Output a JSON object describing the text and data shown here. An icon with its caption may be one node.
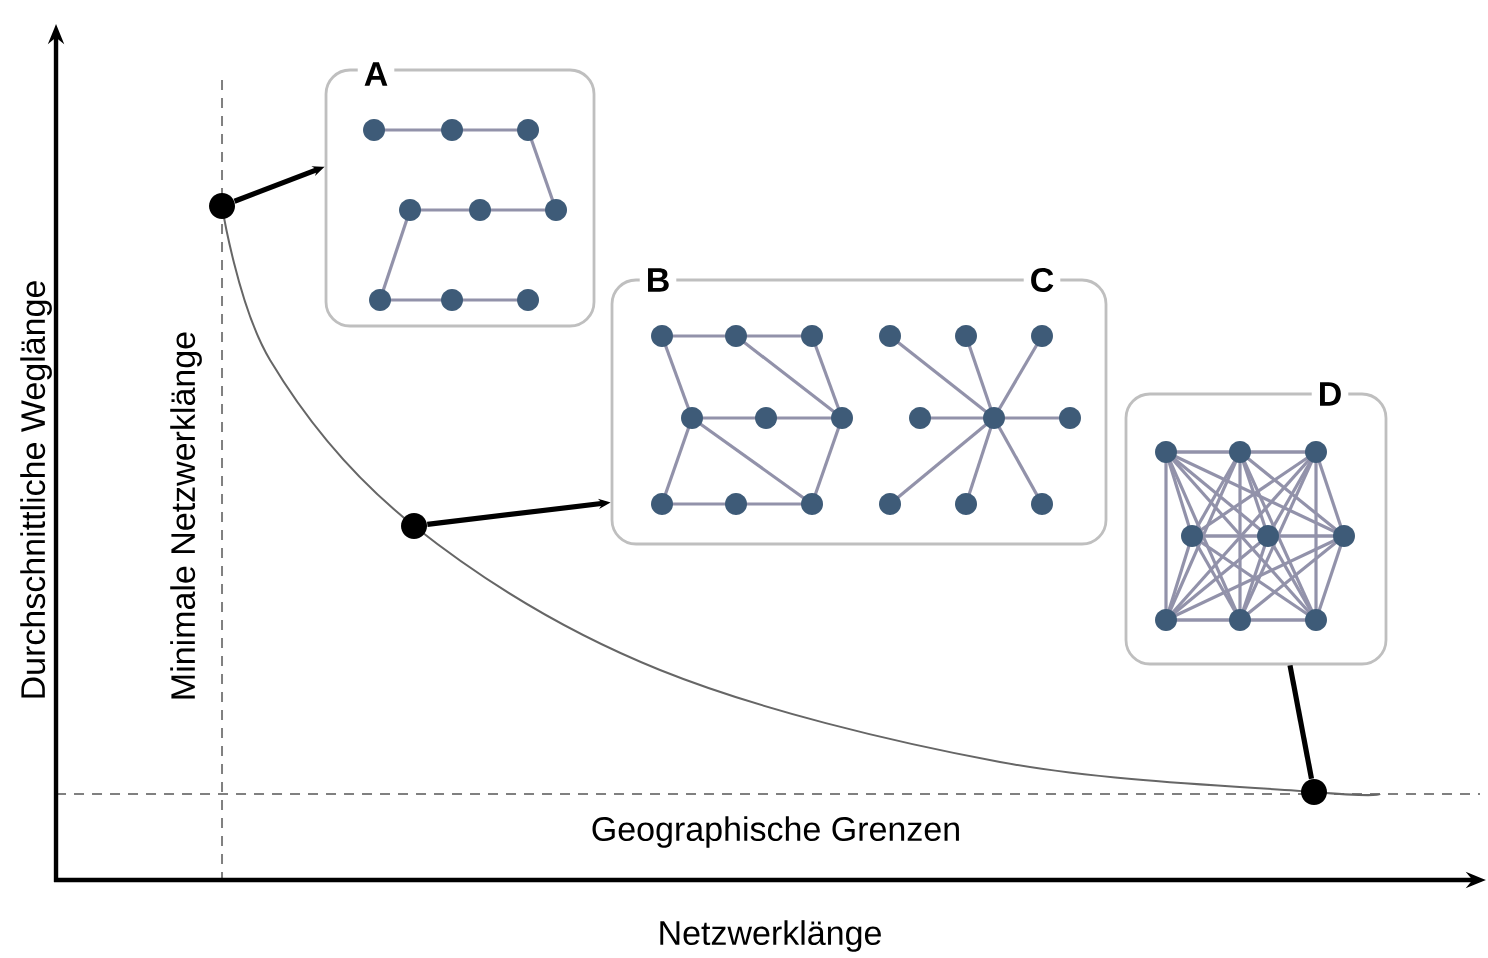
{
  "diagram": {
    "nodes": [
      {
        "text": [
          "A"
        ]
      },
      {
        "text": [
          "B",
          "C"
        ]
      },
      {
        "text": [
          "D"
        ]
      },
      {
        "text": [],
        "shape": "circle"
      },
      {
        "text": [],
        "shape": "circle"
      },
      {
        "text": [],
        "shape": "circle"
      }
    ],
    "edges": [
      {
        "from": 3,
        "to": 0,
        "arrow": "to"
      },
      {
        "from": 4,
        "to": 1,
        "arrow": "to"
      },
      {
        "from": 5,
        "to": 2,
        "arrow": "none"
      }
    ],
    "labels": [
      "Durchschnittliche Weglänge",
      "Netzwerklänge",
      "Minimale Netzwerklänge",
      "Geographische Grenzen"
    ]
  }
}
